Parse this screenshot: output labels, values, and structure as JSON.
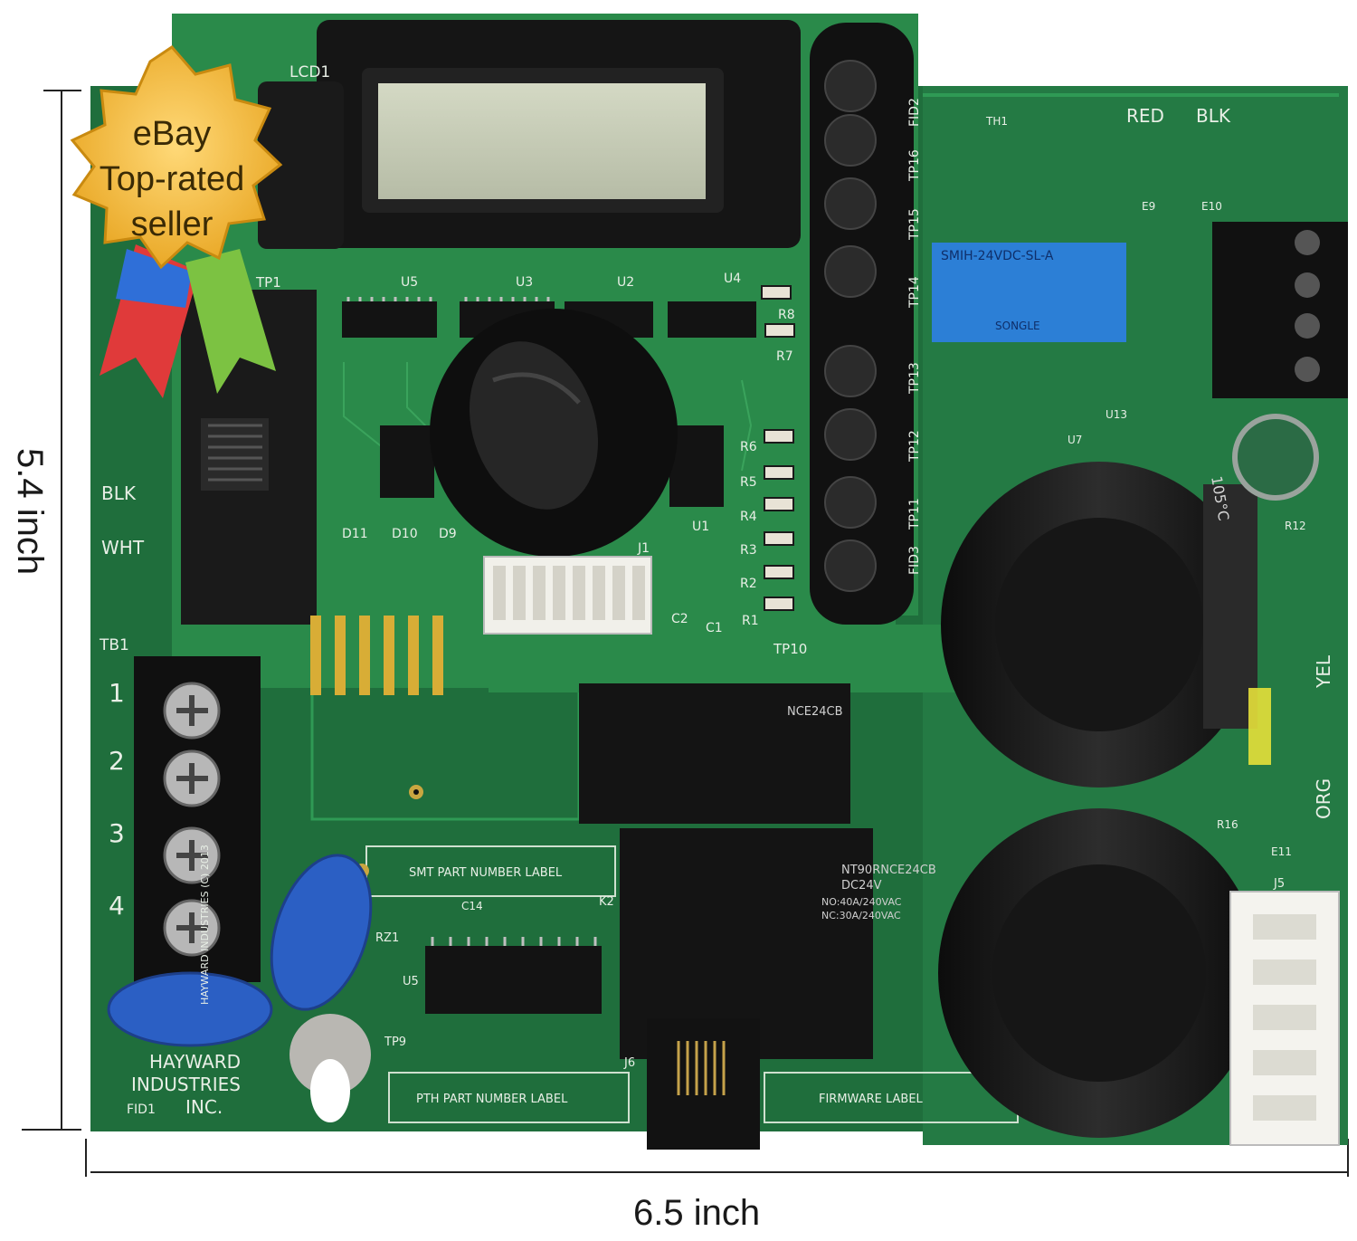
{
  "badge": {
    "line1": "eBay",
    "line2": "Top-rated",
    "line3": "seller"
  },
  "dimensions": {
    "width_label": "6.5 inch",
    "height_label": "5.4 inch"
  },
  "board_text": {
    "lcd": "LCD1",
    "tp1": "TP1",
    "u5": "U5",
    "u3": "U3",
    "u2": "U2",
    "u4": "U4",
    "r8": "R8",
    "r7": "R7",
    "r6": "R6",
    "r5": "R5",
    "r4": "R4",
    "r3": "R3",
    "r2": "R2",
    "r1": "R1",
    "c2": "C2",
    "c1": "C1",
    "u1": "U1",
    "d11": "D11",
    "d10": "D10",
    "d9": "D9",
    "j1": "J1",
    "tp10": "TP10",
    "tb1": "TB1",
    "t1": "1",
    "t2": "2",
    "t3": "3",
    "t4": "4",
    "blk_left": "BLK",
    "wht_left": "WHT",
    "red": "RED",
    "blk_right": "BLK",
    "yel": "YEL",
    "org": "ORG",
    "relay1": "SMIH-24VDC-SL-A",
    "relay1_brand": "SONGLE",
    "relay2_model": "NT90RNCE24CB",
    "relay2_v": "DC24V",
    "relay2_no": "NO:40A/240VAC",
    "relay2_nc": "NC:30A/240VAC",
    "relay_upper_model": "NCE24CB",
    "smt_label": "SMT PART NUMBER LABEL",
    "pth_label": "PTH PART NUMBER LABEL",
    "fw_label": "FIRMWARE LABEL",
    "hayward_line1": "HAYWARD",
    "hayward_line2": "INDUSTRIES",
    "hayward_line3": "INC.",
    "fid1": "FID1",
    "tp9": "TP9",
    "j6": "J6",
    "j5": "J5",
    "k2": "K2",
    "rz1": "RZ1",
    "u5b": "U5",
    "c14": "C14",
    "copyright": "HAYWARD INDUSTRIES (C) 2013",
    "cap_rating": "105°C",
    "r12": "R12",
    "r16": "R16",
    "e11": "E11",
    "e9": "E9",
    "e10": "E10",
    "th1": "TH1",
    "u7": "U7",
    "u13": "U13",
    "tp16": "TP16",
    "tp15": "TP15",
    "tp14": "TP14",
    "tp13": "TP13",
    "tp12": "TP12",
    "tp11": "TP11",
    "fid2": "FID2",
    "fid3": "FID3"
  },
  "colors": {
    "pcb": "#1f6e3c",
    "pcb_dark": "#145a2c",
    "daughter_board": "#2a8a4a",
    "badge_gold": "#f2b93b",
    "ribbon_blue": "#2f6fd8",
    "ribbon_red": "#e03a3a",
    "ribbon_green": "#7cc242",
    "capacitor": "#1b1b1b",
    "terminal_black": "#111111"
  }
}
